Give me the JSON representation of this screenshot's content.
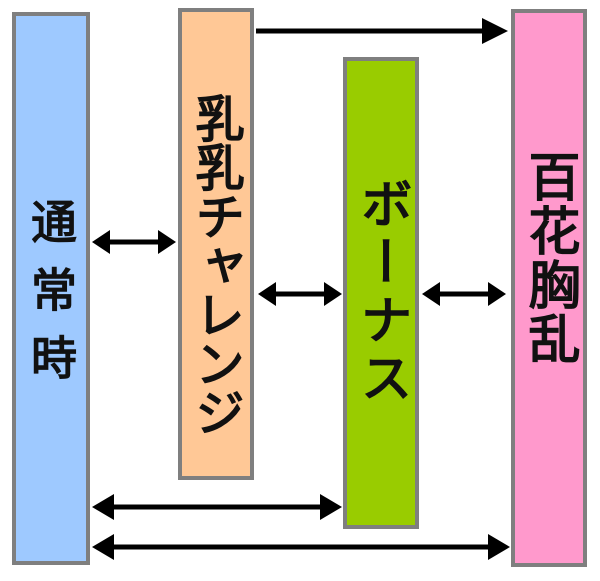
{
  "boxes": {
    "normal": {
      "label": "通常時",
      "color": "#9ec9ff"
    },
    "challenge": {
      "label": "乳乳チャレンジ",
      "color": "#ffc896"
    },
    "bonus": {
      "label": "ボーナス",
      "color": "#99cc00"
    },
    "hyakka": {
      "label": "百花胸乱",
      "color": "#ff99cc"
    }
  },
  "colors": {
    "border": "#7f7f7f",
    "arrow": "#000000"
  },
  "connections": [
    {
      "from": "challenge",
      "to": "hyakka",
      "kind": "one-way"
    },
    {
      "from": "normal",
      "to": "challenge",
      "kind": "two-way"
    },
    {
      "from": "challenge",
      "to": "bonus",
      "kind": "two-way"
    },
    {
      "from": "bonus",
      "to": "hyakka",
      "kind": "two-way"
    },
    {
      "from": "normal",
      "to": "bonus",
      "kind": "two-way"
    },
    {
      "from": "normal",
      "to": "hyakka",
      "kind": "two-way"
    }
  ]
}
